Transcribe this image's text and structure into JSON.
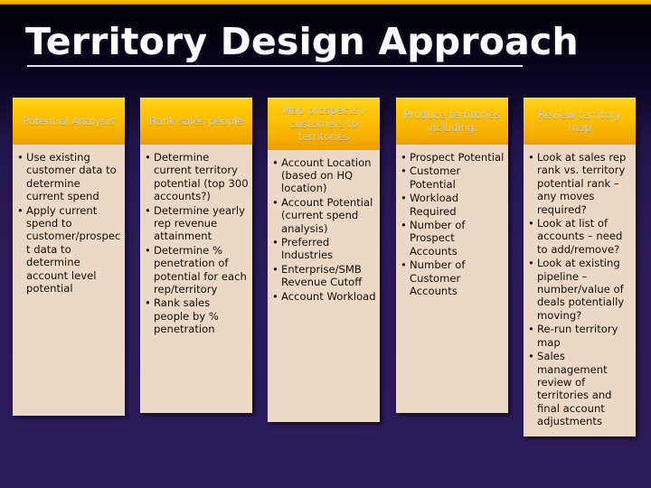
{
  "slide": {
    "title": "Territory Design Approach",
    "background_color": "#2a1a56",
    "accent_color": "#fbbd02",
    "panel_color": "#ebd8c6",
    "header_text_color": "#cfcfd4"
  },
  "columns": [
    {
      "header": "Potential Analysis",
      "bullets": [
        "Use existing customer data to determine current spend",
        "Apply current spend to customer/prospect data to determine account level potential"
      ]
    },
    {
      "header": "Rank sales people",
      "bullets": [
        "Determine current territory potential (top 300 accounts?)",
        "Determine yearly rep revenue attainment",
        "Determine % penetration of potential for each rep/territory",
        "Rank sales people by % penetration"
      ]
    },
    {
      "header": "Map prospects / customers to territories",
      "bullets": [
        "Account Location (based on HQ location)",
        "Account Potential (current spend analysis)",
        "Preferred Industries",
        "Enterprise/SMB Revenue Cutoff",
        "Account Workload"
      ]
    },
    {
      "header": "Produce territories including:",
      "bullets": [
        "Prospect Potential",
        "Customer Potential",
        "Workload Required",
        "Number of Prospect Accounts",
        "Number of Customer Accounts"
      ]
    },
    {
      "header": "Review territory map",
      "bullets": [
        "Look at sales rep rank vs. territory potential rank – any moves required?",
        "Look at list of accounts – need to add/remove?",
        "Look at existing pipeline – number/value of deals potentially moving?",
        "Re-run territory map",
        "Sales management review of territories and final account adjustments"
      ]
    }
  ]
}
